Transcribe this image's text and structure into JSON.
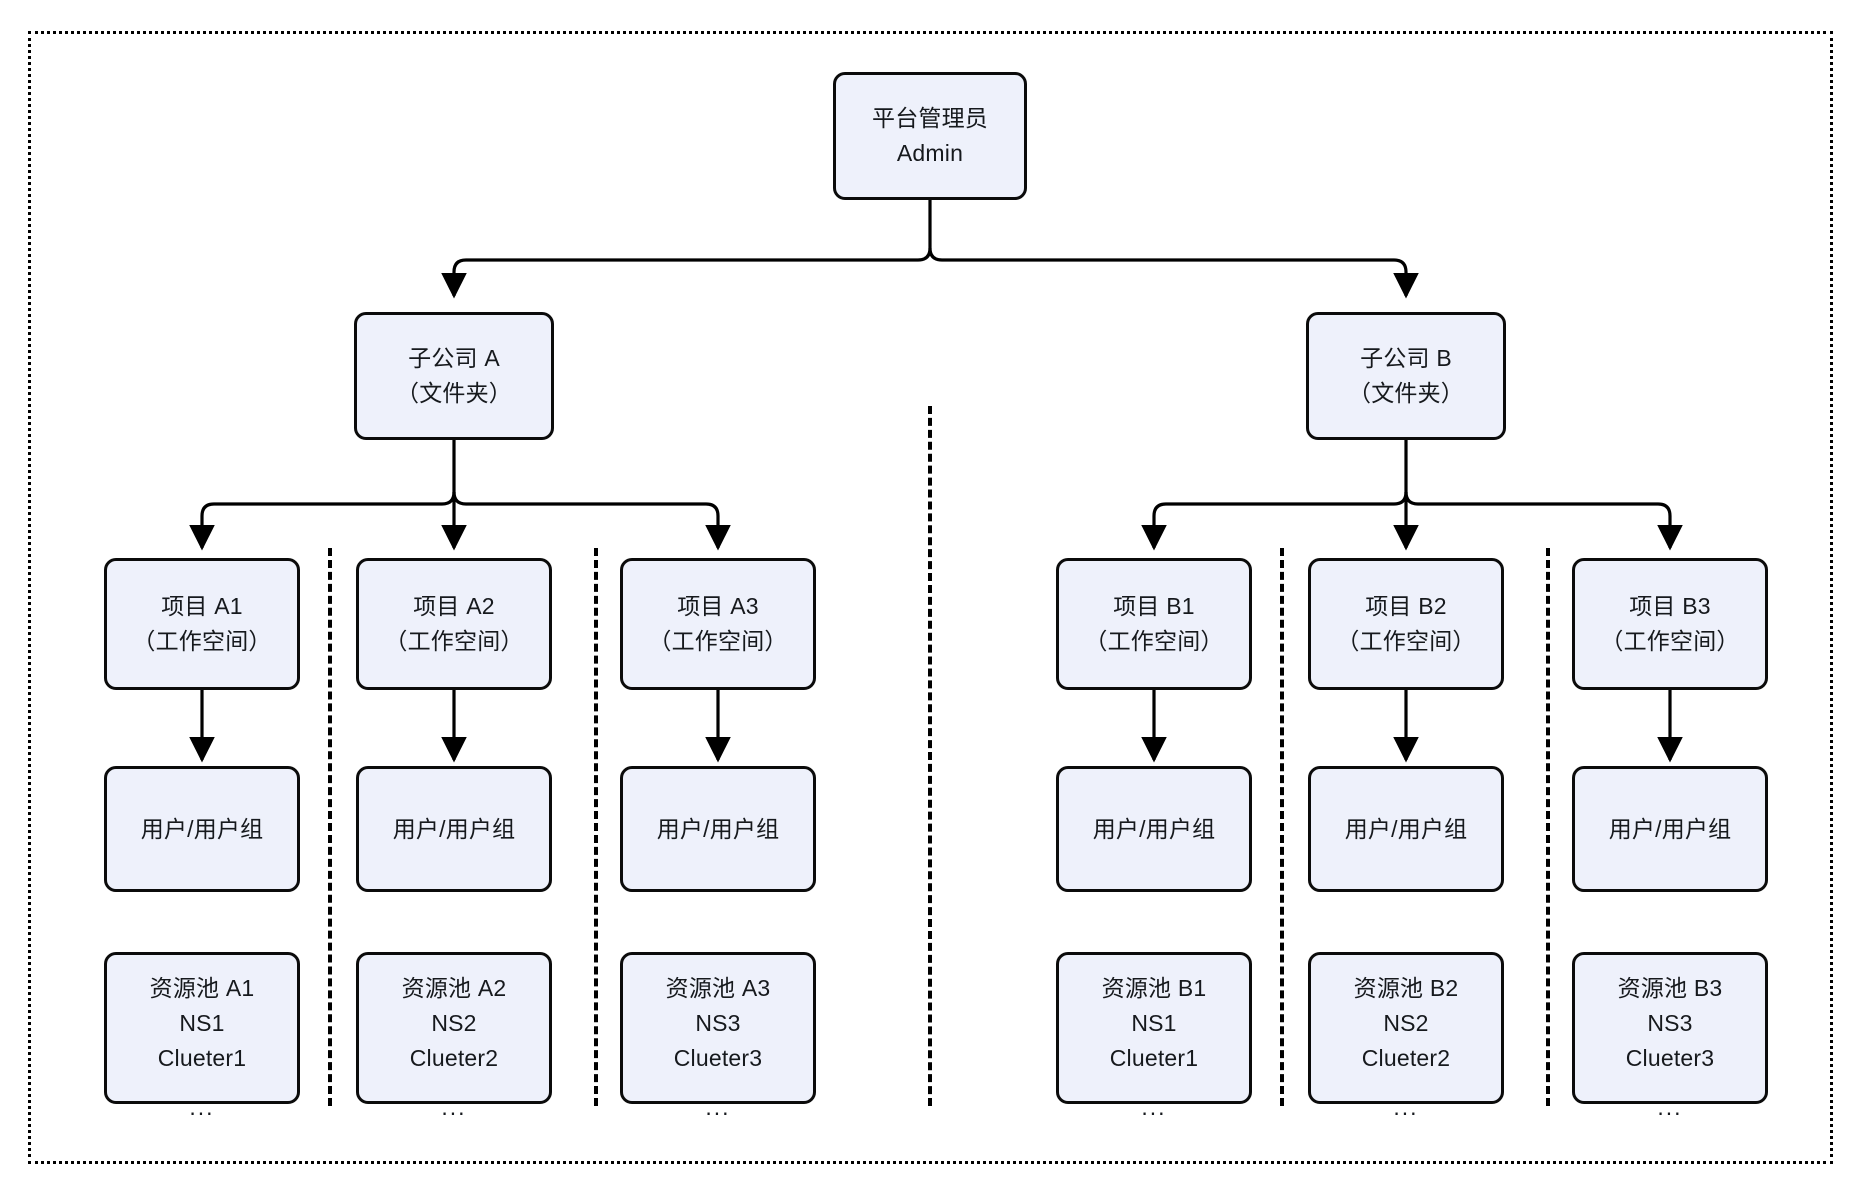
{
  "diagram": {
    "type": "hierarchy-tree",
    "title": "",
    "frame_style": "dotted-border",
    "colors": {
      "node_fill": "#eef1fb",
      "node_border": "#0b0b0b",
      "connector": "#000000",
      "text": "#16191d",
      "frame": "#000000",
      "background": "#ffffff"
    }
  },
  "root": {
    "title": "平台管理员",
    "subtitle": "Admin"
  },
  "subsidiaries": [
    {
      "title": "子公司 A",
      "subtitle": "（文件夹）"
    },
    {
      "title": "子公司 B",
      "subtitle": "（文件夹）"
    }
  ],
  "projects": [
    {
      "title": "项目 A1",
      "subtitle": "（工作空间）"
    },
    {
      "title": "项目 A2",
      "subtitle": "（工作空间）"
    },
    {
      "title": "项目 A3",
      "subtitle": "（工作空间）"
    },
    {
      "title": "项目 B1",
      "subtitle": "（工作空间）"
    },
    {
      "title": "项目 B2",
      "subtitle": "（工作空间）"
    },
    {
      "title": "项目 B3",
      "subtitle": "（工作空间）"
    }
  ],
  "user_groups": [
    {
      "label": "用户/用户组"
    },
    {
      "label": "用户/用户组"
    },
    {
      "label": "用户/用户组"
    },
    {
      "label": "用户/用户组"
    },
    {
      "label": "用户/用户组"
    },
    {
      "label": "用户/用户组"
    }
  ],
  "resource_pools": [
    {
      "title": "资源池 A1",
      "namespace": "NS1",
      "cluster": "Clueter1",
      "more": "..."
    },
    {
      "title": "资源池 A2",
      "namespace": "NS2",
      "cluster": "Clueter2",
      "more": "..."
    },
    {
      "title": "资源池 A3",
      "namespace": "NS3",
      "cluster": "Clueter3",
      "more": "..."
    },
    {
      "title": "资源池 B1",
      "namespace": "NS1",
      "cluster": "Clueter1",
      "more": "..."
    },
    {
      "title": "资源池 B2",
      "namespace": "NS2",
      "cluster": "Clueter2",
      "more": "..."
    },
    {
      "title": "资源池 B3",
      "namespace": "NS3",
      "cluster": "Clueter3",
      "more": "..."
    }
  ]
}
